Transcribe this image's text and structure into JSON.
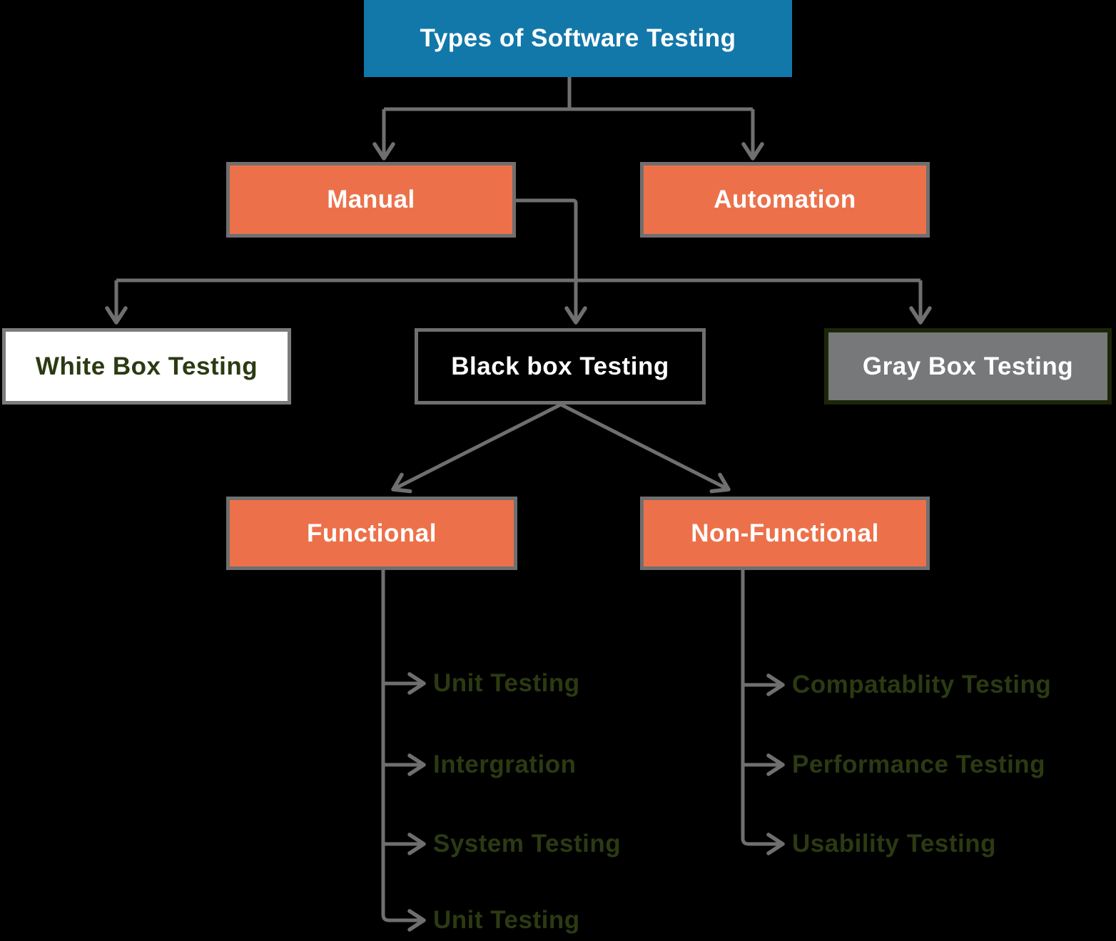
{
  "title": {
    "label": "Types of Software Testing"
  },
  "nodes": {
    "manual": {
      "label": "Manual"
    },
    "automation": {
      "label": "Automation"
    },
    "white_box": {
      "label": "White Box Testing"
    },
    "black_box": {
      "label": "Black box Testing"
    },
    "gray_box": {
      "label": "Gray Box Testing"
    },
    "functional": {
      "label": "Functional"
    },
    "non_functional": {
      "label": "Non-Functional"
    }
  },
  "functional_children": [
    "Unit Testing",
    "Intergration",
    "System Testing",
    "Unit Testing"
  ],
  "non_functional_children": [
    "Compatablity Testing",
    "Performance Testing",
    "Usability Testing"
  ],
  "colors": {
    "background": "#000000",
    "title_bg": "#1278A9",
    "branch_node_bg": "#EC714A",
    "branch_node_border": "#6F6F6F",
    "white_box_bg": "#FFFFFF",
    "black_box_bg": "#000000",
    "gray_box_bg": "#77787A",
    "gray_box_border": "#1B2609",
    "connector": "#6F6F6F",
    "leaf_text": "#2B3A12",
    "node_text": "#FFFFFF"
  }
}
